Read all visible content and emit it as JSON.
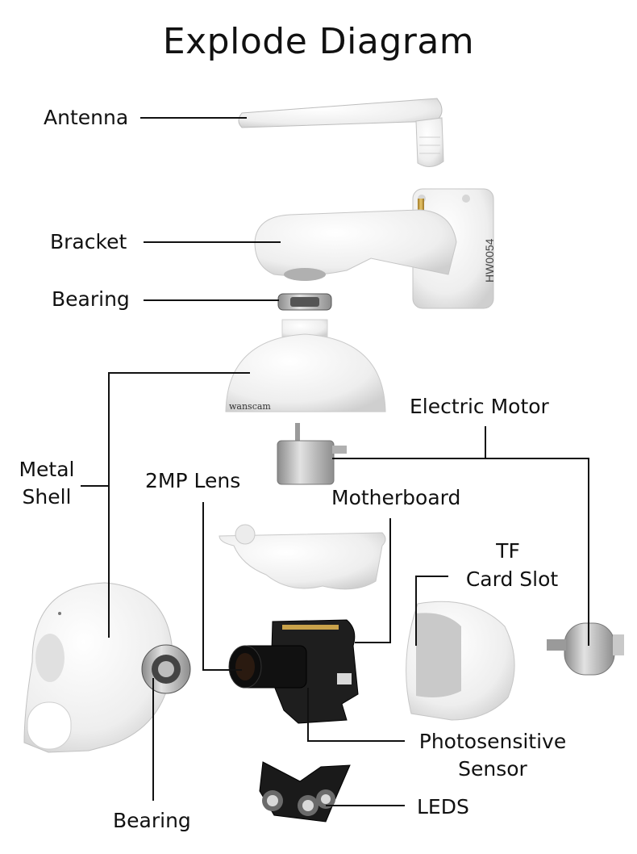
{
  "title": "Explode Diagram",
  "labels": {
    "antenna": "Antenna",
    "bracket": "Bracket",
    "bearing_top": "Bearing",
    "electric_motor": "Electric Motor",
    "metal_shell_1": "Metal",
    "metal_shell_2": "Shell",
    "lens": "2MP Lens",
    "motherboard": "Motherboard",
    "tf_1": "TF",
    "tf_2": "Card Slot",
    "photo_1": "Photosensitive",
    "photo_2": "Sensor",
    "leds": "LEDS",
    "bearing_bottom": "Bearing"
  },
  "product_text": {
    "brand": "wanscam",
    "model": "HW0054"
  },
  "colors": {
    "line": "#111111",
    "housing": "#f2f2f2",
    "pcb": "#1e1e1e",
    "metal": "#b8b8b8"
  }
}
